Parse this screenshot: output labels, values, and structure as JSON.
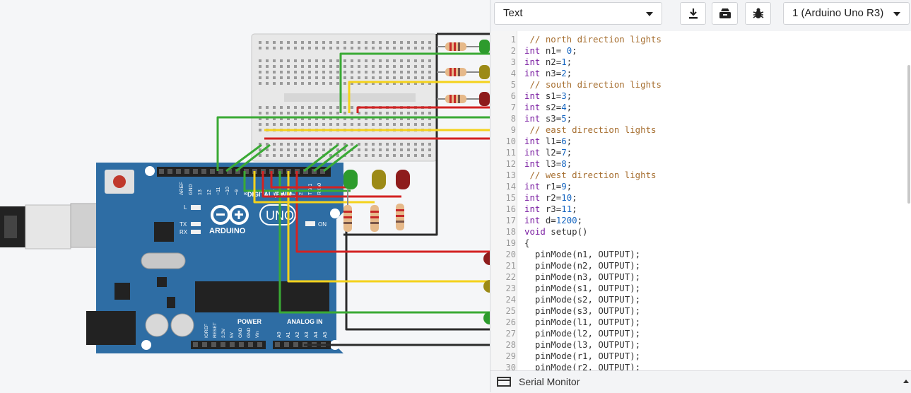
{
  "toolbar": {
    "mode_label": "Text",
    "board_label": "1 (Arduino Uno R3)",
    "download_icon": "download-icon",
    "library_icon": "library-icon",
    "debug_icon": "bug-icon"
  },
  "editor": {
    "line_numbers": [
      "1",
      "2",
      "3",
      "4",
      "5",
      "6",
      "7",
      "8",
      "9",
      "10",
      "11",
      "12",
      "13",
      "14",
      "15",
      "16",
      "17",
      "18",
      "19",
      "20",
      "21",
      "22",
      "23",
      "24",
      "25",
      "26",
      "27",
      "28",
      "29",
      "30"
    ],
    "code_lines": [
      " // north direction lights",
      "int n1= 0;",
      "int n2=1;",
      "int n3=2;",
      " // south direction lights",
      "int s1=3;",
      "int s2=4;",
      "int s3=5;",
      " // east direction lights",
      "int l1=6;",
      "int l2=7;",
      "int l3=8;",
      " // west direction lights",
      "int r1=9;",
      "int r2=10;",
      "int r3=11;",
      "int d=1200;",
      "void setup()",
      "{",
      "  pinMode(n1, OUTPUT);",
      "  pinMode(n2, OUTPUT);",
      "  pinMode(n3, OUTPUT);",
      "  pinMode(s1, OUTPUT);",
      "  pinMode(s2, OUTPUT);",
      "  pinMode(s3, OUTPUT);",
      "  pinMode(l1, OUTPUT);",
      "  pinMode(l2, OUTPUT);",
      "  pinMode(l3, OUTPUT);",
      "  pinMode(r1, OUTPUT);",
      "  pinMode(r2, OUTPUT);"
    ]
  },
  "serial_monitor": {
    "label": "Serial Monitor"
  },
  "board": {
    "brand": "ARDUINO",
    "model": "UNO",
    "digital_label": "DIGITAL (PWM~)",
    "power_label": "POWER",
    "analog_label": "ANALOG IN",
    "on_label": "ON",
    "l_label": "L",
    "tx_label": "TX",
    "rx_label": "RX",
    "top_pins": [
      "AREF",
      "GND",
      "13",
      "12",
      "~11",
      "~10",
      "~9",
      "8",
      "7",
      "~6",
      "~5",
      "4",
      "~3",
      "2",
      "TX▸1",
      "RX◂0"
    ],
    "power_pins": [
      "IOREF",
      "RESET",
      "3.3V",
      "5V",
      "GND",
      "GND",
      "Vin"
    ],
    "analog_pins": [
      "A0",
      "A1",
      "A2",
      "A3",
      "A4",
      "A5"
    ]
  },
  "colors": {
    "board": "#2e6da4",
    "wire_green": "#3aaa35",
    "wire_yellow": "#f4d21c",
    "wire_red": "#d32222",
    "wire_black": "#2b2b2b",
    "led_green": "#2d9b2d",
    "led_yellow": "#9c8a17",
    "led_red": "#8e1c1c"
  }
}
